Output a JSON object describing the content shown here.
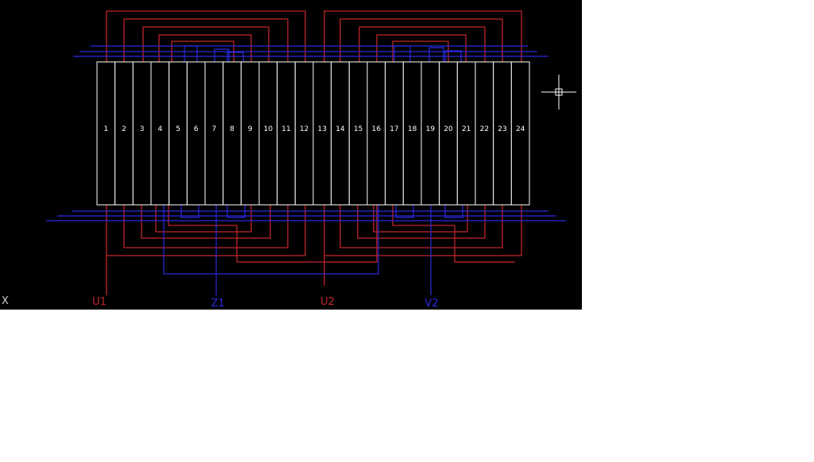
{
  "drawing": {
    "slot_count": 24,
    "slot_labels": [
      "1",
      "2",
      "3",
      "4",
      "5",
      "6",
      "7",
      "8",
      "9",
      "10",
      "11",
      "12",
      "13",
      "14",
      "15",
      "16",
      "17",
      "18",
      "19",
      "20",
      "21",
      "22",
      "23",
      "24"
    ],
    "axis_label": "X",
    "terminals": {
      "u1": "U1",
      "z1": "Z1",
      "u2": "U2",
      "v2": "V2"
    }
  },
  "colors": {
    "background": "#000000",
    "slot_outline": "#ffffff",
    "red_winding": "#c0262b",
    "blue_winding": "#2a2ae0",
    "axis": "#c8c8c8",
    "cursor": "#ffffff",
    "page": "#ffffff"
  }
}
